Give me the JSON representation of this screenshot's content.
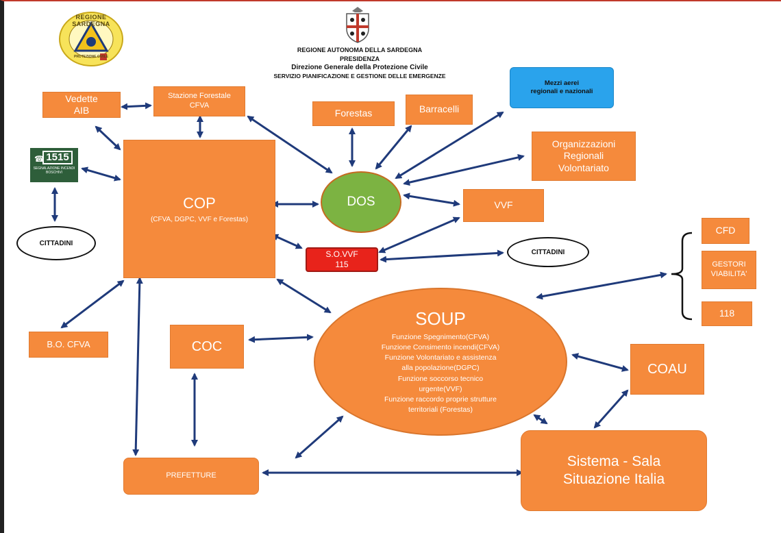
{
  "header": {
    "org": "REGIONE AUTONOMA DELLA SARDEGNA",
    "presidenza": "PRESIDENZA",
    "direzione": "Direzione Generale della Protezione Civile",
    "servizio": "SERVIZIO PIANIFICAZIONE E GESTIONE DELLE EMERGENZE"
  },
  "logo": {
    "text_top": "REGIONE SARDEGNA",
    "text_bottom": "PROTEZIONE CIVILE"
  },
  "badge_1515": {
    "number": "1515",
    "caption": "SEGNALAZIONE INCENDI BOSCHIVI"
  },
  "nodes": {
    "vedette": "Vedette\nAIB",
    "stazione": "Stazione Forestale\nCFVA",
    "forestas": "Forestas",
    "barracelli": "Barracelli",
    "mezzi": "Mezzi aerei\nregionali e nazionali",
    "organizzazioni": "Organizzazioni\nRegionali\nVolontariato",
    "cop_title": "COP",
    "cop_sub": "(CFVA, DGPC, VVF e Forestas)",
    "dos": "DOS",
    "vvf": "VVF",
    "sovvf": "S.O.VVF\n115",
    "cittadini_left": "CITTADINI",
    "cittadini_right": "CITTADINI",
    "cfd": "CFD",
    "gestori": "GESTORI\nVIABILITA'",
    "n118": "118",
    "soup_title": "SOUP",
    "soup_body": "Funzione Spegnimento(CFVA)\nFunzione Consimento incendi(CFVA)\nFunzione Volontariato e assistenza\nalla popolazione(DGPC)\nFunzione soccorso tecnico\nurgente(VVF)\nFunzione raccordo proprie strutture\nterritoriali (Forestas)",
    "bo_cfva": "B.O. CFVA",
    "coc": "COC",
    "coau": "COAU",
    "prefetture": "PREFETTURE",
    "sistema": "Sistema  - Sala\nSituazione Italia"
  },
  "colors": {
    "orange": "#f58a3c",
    "arrow": "#1f3a7a",
    "green": "#7cb342",
    "red": "#e8231b",
    "blue": "#2aa3ec",
    "badge_green": "#2e5e3a"
  }
}
